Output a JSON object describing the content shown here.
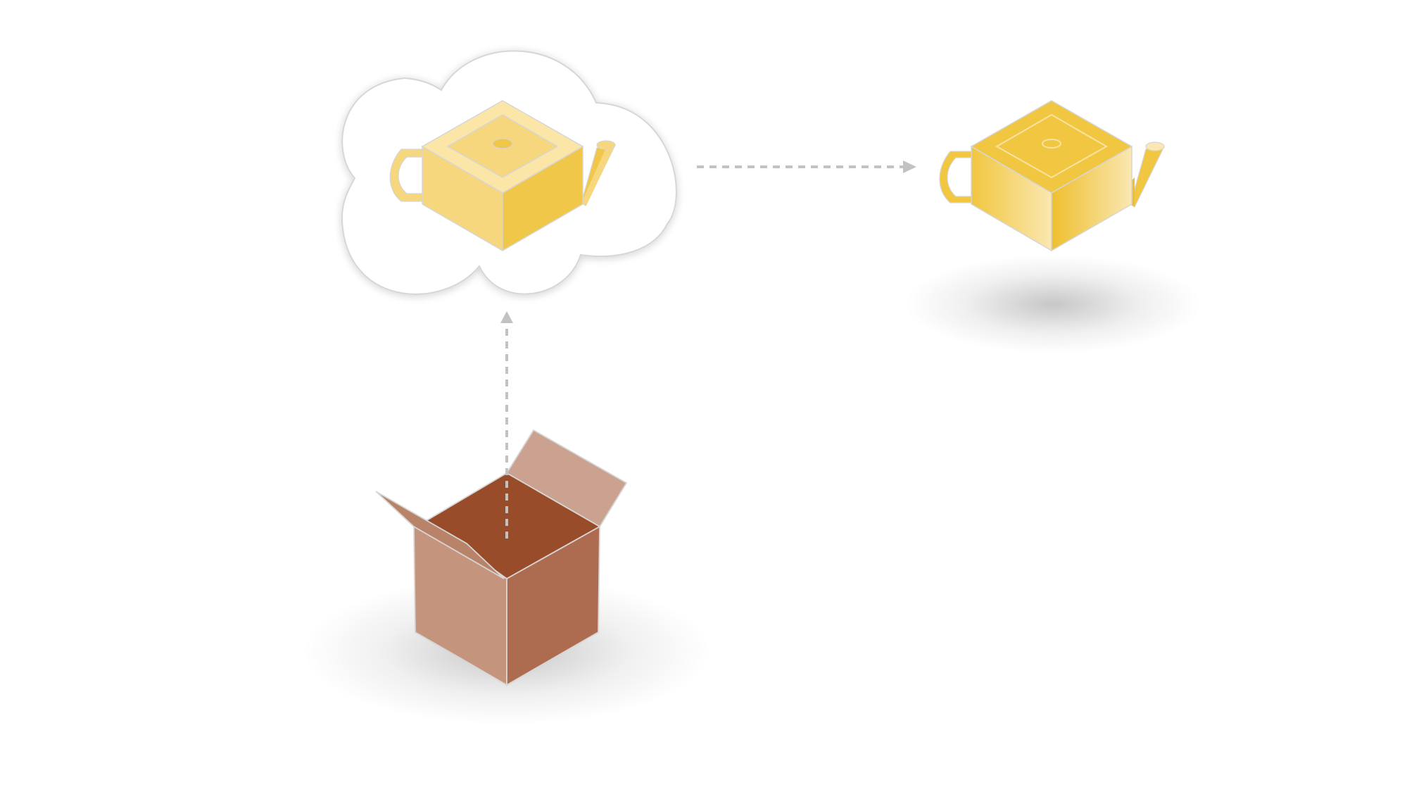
{
  "colors": {
    "background": "#ffffff",
    "outline": "#d6d6d6",
    "arrow": "#c2c2c2",
    "teapot_ideal_top": "#fbe6a8",
    "teapot_ideal_top_inner": "#f6d77e",
    "teapot_ideal_left": "#f6d77e",
    "teapot_ideal_right": "#f1c74a",
    "teapot_real_top": "#f1c640",
    "teapot_real_left_light": "#fae7b2",
    "teapot_real_left_dark": "#f1c640",
    "teapot_real_right": "#eebf2e",
    "box_inside": "#994c29",
    "box_left": "#c4947d",
    "box_right": "#ad6b4f",
    "box_flap": "#cba18f",
    "box_flap_left": "#b9836a"
  },
  "elements": {
    "thought_cloud": "thought-cloud",
    "ideal_teapot": "teapot-icon",
    "real_teapot": "teapot-icon",
    "box": "open-box-icon",
    "arrow_up": "dashed-arrow-up",
    "arrow_right": "dashed-arrow-right"
  }
}
